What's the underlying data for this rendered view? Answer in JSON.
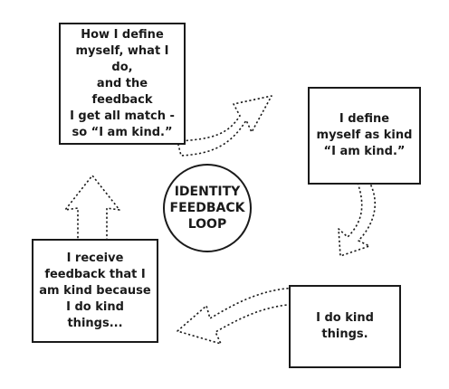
{
  "diagram": {
    "center_label": "IDENTITY\nFEEDBACK\nLOOP",
    "nodes": [
      {
        "id": "top-left",
        "text": "How I define\nmyself, what I do,\nand the feedback\nI get all match -\nso “I am kind.”"
      },
      {
        "id": "right",
        "text": "I define\nmyself as kind\n“I am kind.”"
      },
      {
        "id": "bottom-right",
        "text": "I do kind\nthings."
      },
      {
        "id": "bottom-left",
        "text": "I receive\nfeedback that I\nam kind because\nI do kind things..."
      }
    ],
    "colors": {
      "stroke": "#1a1a1a",
      "background": "#ffffff"
    }
  }
}
